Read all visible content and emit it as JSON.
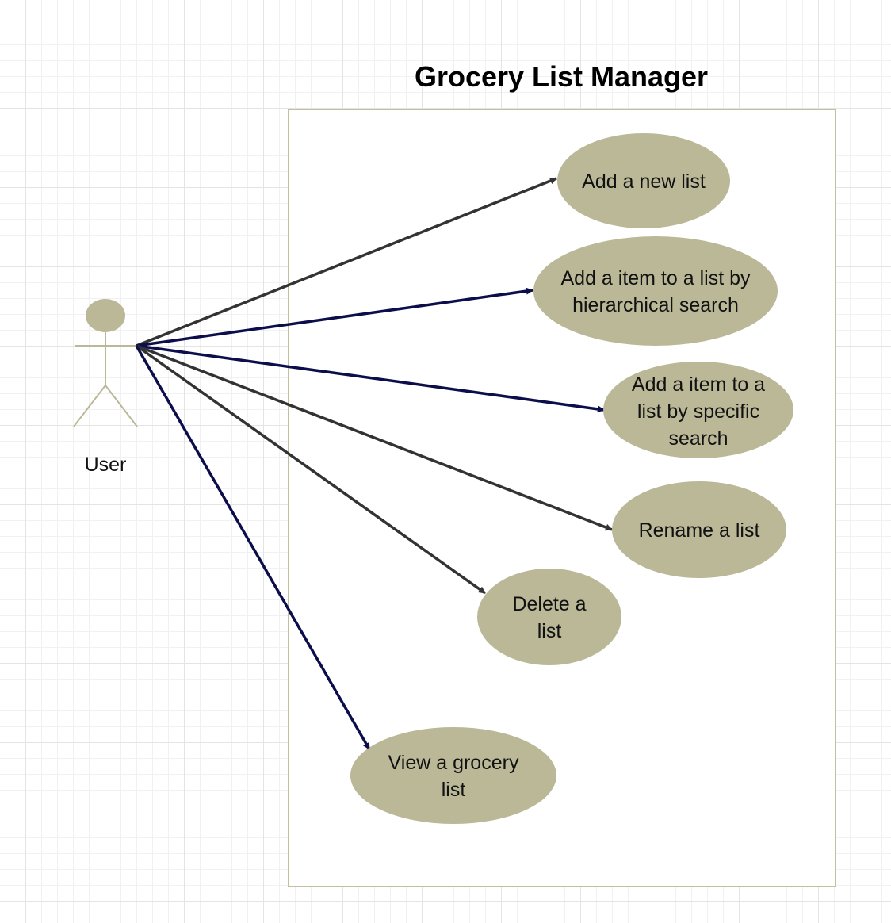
{
  "diagram": {
    "title": "Grocery List Manager",
    "colors": {
      "usecase_fill": "#bab897",
      "actor_color": "#bab897",
      "boundary_stroke": "#c2c09c",
      "association_dark": "#333333",
      "association_navy": "#0b0e4b"
    },
    "actor": {
      "label": "User"
    },
    "use_cases": [
      {
        "id": "add-new-list",
        "lines": [
          "Add a new list"
        ]
      },
      {
        "id": "add-item-hierarchical",
        "lines": [
          "Add a item to a list by",
          "hierarchical search"
        ]
      },
      {
        "id": "add-item-specific",
        "lines": [
          "Add a item to a",
          "list by specific",
          "search"
        ]
      },
      {
        "id": "rename-list",
        "lines": [
          "Rename a list"
        ]
      },
      {
        "id": "delete-list",
        "lines": [
          "Delete a",
          "list"
        ]
      },
      {
        "id": "view-grocery-list",
        "lines": [
          "View a grocery",
          "list"
        ]
      }
    ]
  }
}
